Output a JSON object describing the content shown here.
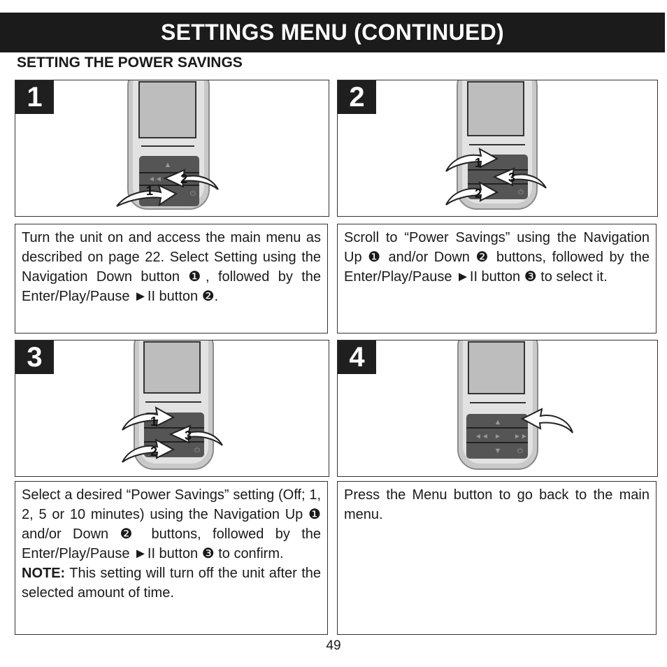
{
  "header": {
    "title": "SETTINGS MENU (CONTINUED)"
  },
  "section": {
    "heading": "SETTING THE POWER SAVINGS"
  },
  "steps": [
    {
      "number": "1",
      "callouts": [
        "1",
        "2"
      ],
      "text": "Turn the unit on and access the main menu as described on page 22. Select Setting using the Navigation Down button ❶, followed by the Enter/Play/Pause ►II button ❷."
    },
    {
      "number": "2",
      "callouts": [
        "1",
        "3",
        "2"
      ],
      "text": "Scroll to “Power Savings” using the Navigation Up ❶ and/or Down ❷ buttons, followed by the Enter/Play/Pause ►II button ❸ to select it."
    },
    {
      "number": "3",
      "callouts": [
        "1",
        "3",
        "2"
      ],
      "text": "Select a desired “Power Savings” setting (Off; 1, 2, 5 or 10 minutes) using the Navigation Up ❶ and/or Down ❷ buttons, followed by the Enter/Play/Pause ►II button ❸ to confirm.",
      "note_label": "NOTE:",
      "note_text": "This setting will turn off the unit after the selected amount of time."
    },
    {
      "number": "4",
      "callouts": [],
      "text": "Press the Menu button to go back to the main menu."
    }
  ],
  "page": {
    "number": "49"
  }
}
